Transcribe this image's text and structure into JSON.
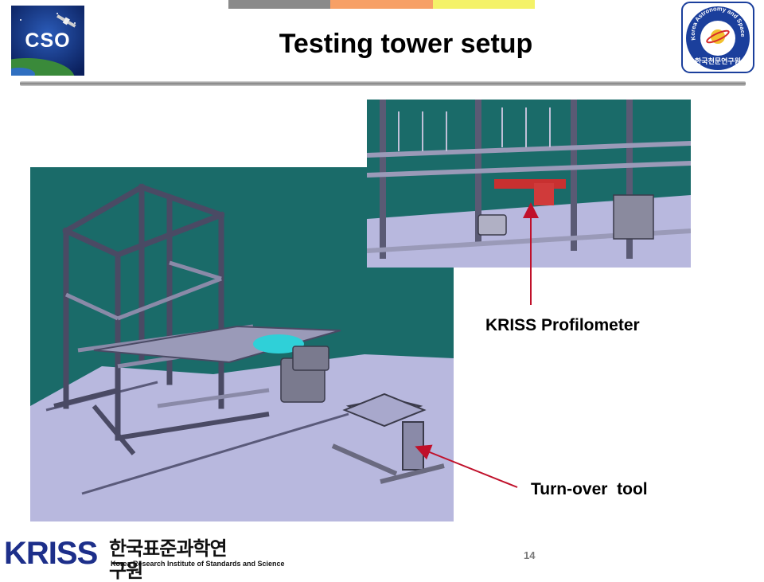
{
  "slide": {
    "title": "Testing tower setup",
    "page_number": "14"
  },
  "logos": {
    "cso_text": "CSO",
    "kasi_ring_text": "Korea Astronomy and Space Science Institute",
    "kasi_korean": "한국천문연구원",
    "kriss_letters": "KRISS",
    "kriss_korean": "한국표준과학연구원",
    "kriss_english": "Korea Research Institute of Standards and Science"
  },
  "annotations": {
    "profilometer": "KRISS Profilometer",
    "turnover": "Turn-over  tool"
  },
  "colors": {
    "cad_background": "#1a6b69",
    "cad_floor": "#b8b8de",
    "arrow": "#c0102a",
    "kriss_blue": "#1d2f8a"
  }
}
